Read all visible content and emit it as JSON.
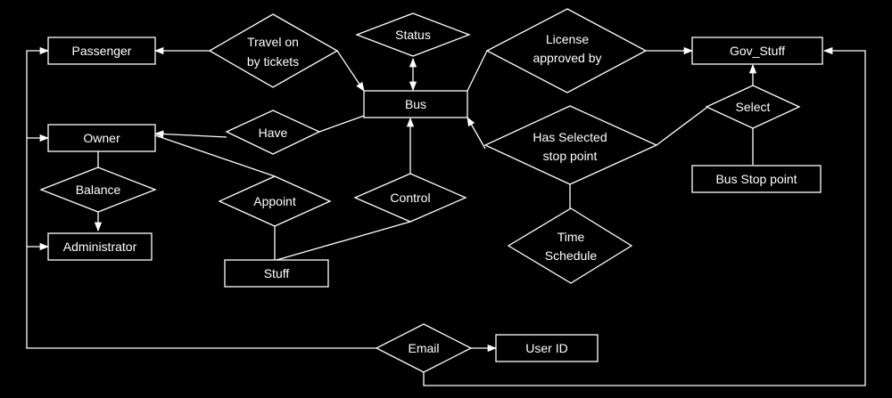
{
  "entities": {
    "passenger": "Passenger",
    "owner": "Owner",
    "administrator": "Administrator",
    "bus": "Bus",
    "gov_stuff": "Gov_Stuff",
    "bus_stop_point": "Bus Stop point",
    "stuff": "Stuff",
    "user_id": "User ID"
  },
  "relationships": {
    "travel_on": [
      "Travel on",
      "by tickets"
    ],
    "status": "Status",
    "license": [
      "License",
      "approved by"
    ],
    "have": "Have",
    "has_selected": [
      "Has Selected",
      "stop point"
    ],
    "select": "Select",
    "balance": "Balance",
    "appoint": "Appoint",
    "control": "Control",
    "time_schedule": [
      "Time",
      "Schedule"
    ],
    "email": "Email"
  },
  "colors": {
    "background": "#000000",
    "stroke": "#ffffff",
    "text": "#ffffff"
  }
}
